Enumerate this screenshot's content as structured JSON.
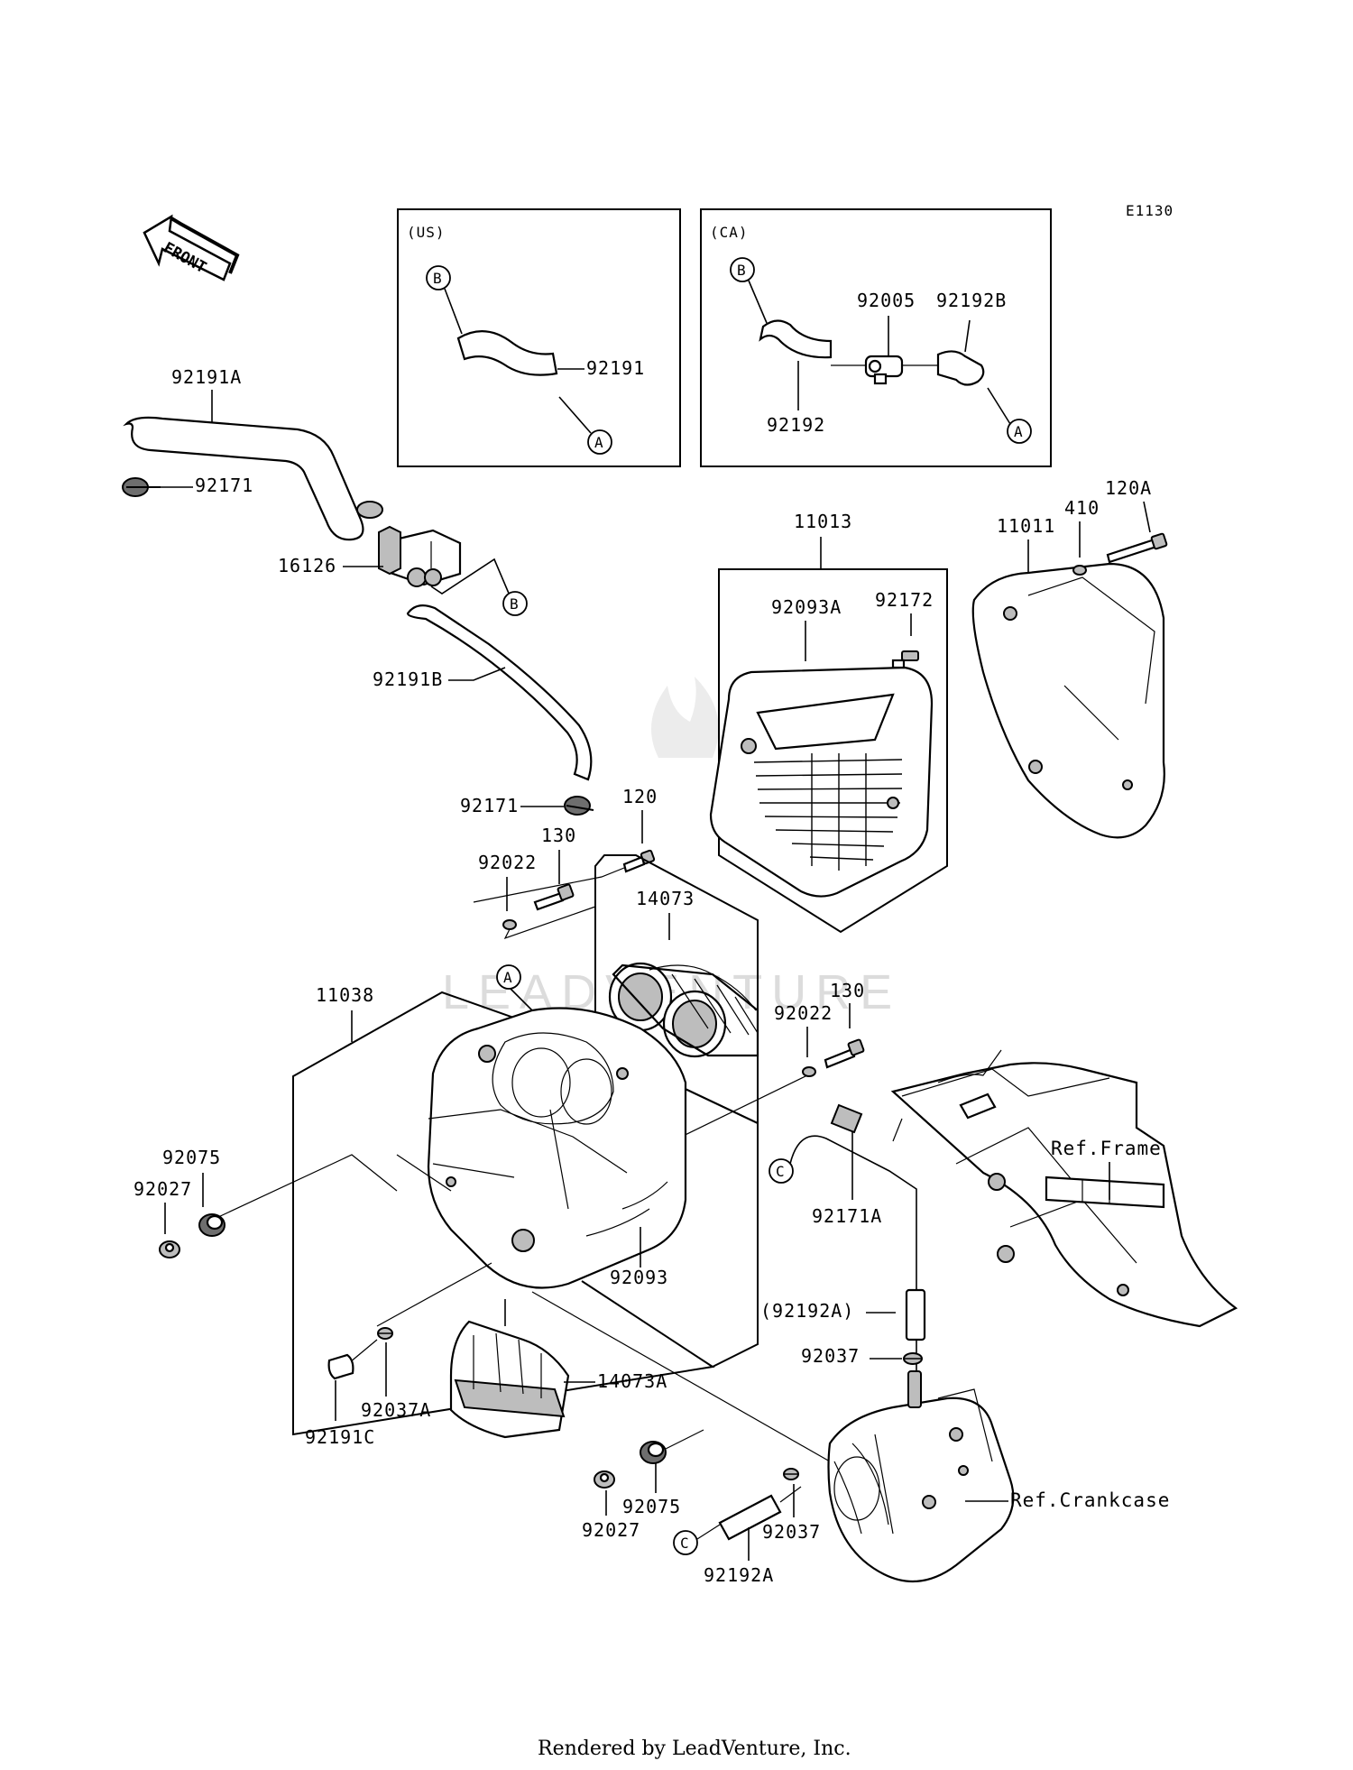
{
  "diagram_code": "E1130",
  "front_label": "FRONT",
  "inset_us_label": "(US)",
  "inset_ca_label": "(CA)",
  "watermark": "LEADVENTURE",
  "footer": "Rendered by LeadVenture, Inc.",
  "callouts": {
    "a": "A",
    "b": "B",
    "c": "C"
  },
  "parts": {
    "p92191A": "92191A",
    "p92171_top": "92171",
    "p16126": "16126",
    "p92191B": "92191B",
    "p92171_mid": "92171",
    "p92191": "92191",
    "p92005": "92005",
    "p92192B": "92192B",
    "p92192": "92192",
    "p11013": "11013",
    "p92093A": "92093A",
    "p92172": "92172",
    "p11011": "11011",
    "p410": "410",
    "p120A": "120A",
    "p120": "120",
    "p130_top": "130",
    "p92022_top": "92022",
    "p14073": "14073",
    "p130_right": "130",
    "p92022_right": "92022",
    "p11038": "11038",
    "p92075_left": "92075",
    "p92027_left": "92027",
    "p92093": "92093",
    "p92171A": "92171A",
    "p92192A_paren": "(92192A)",
    "p92037_right": "92037",
    "p92037A": "92037A",
    "p14073A": "14073A",
    "p92191C": "92191C",
    "p92027_bottom": "92027",
    "p92075_bottom": "92075",
    "p92037_bottom": "92037",
    "p92192A": "92192A"
  },
  "refs": {
    "frame": "Ref.Frame",
    "crankcase": "Ref.Crankcase"
  }
}
